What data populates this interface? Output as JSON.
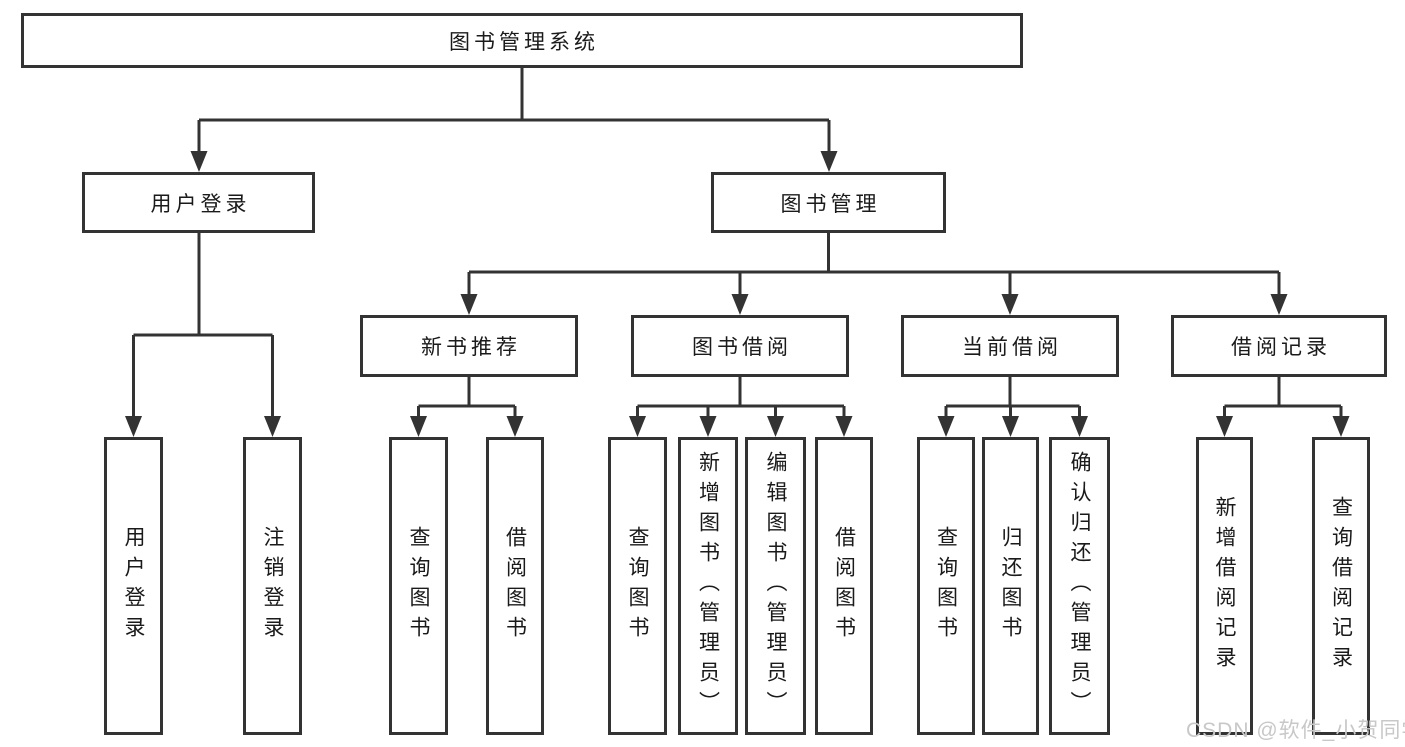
{
  "diagram_type": "tree",
  "colors": {
    "line": "#333333",
    "box_border": "#333333",
    "text": "#1a1a1a",
    "watermark": "#c8c8c8",
    "background": "#ffffff"
  },
  "tree": {
    "label": "图书管理系统",
    "children": [
      {
        "label": "用户登录",
        "children": [
          {
            "label": "用户登录"
          },
          {
            "label": "注销登录"
          }
        ]
      },
      {
        "label": "图书管理",
        "children": [
          {
            "label": "新书推荐",
            "children": [
              {
                "label": "查询图书"
              },
              {
                "label": "借阅图书"
              }
            ]
          },
          {
            "label": "图书借阅",
            "children": [
              {
                "label": "查询图书"
              },
              {
                "label": "新增图书（管理员）"
              },
              {
                "label": "编辑图书（管理员）"
              },
              {
                "label": "借阅图书"
              }
            ]
          },
          {
            "label": "当前借阅",
            "children": [
              {
                "label": "查询图书"
              },
              {
                "label": "归还图书"
              },
              {
                "label": "确认归还（管理员）"
              }
            ]
          },
          {
            "label": "借阅记录",
            "children": [
              {
                "label": "新增借阅记录"
              },
              {
                "label": "查询借阅记录"
              }
            ]
          }
        ]
      }
    ]
  },
  "watermark": {
    "text": "CSDN @软件_小贺同学"
  }
}
